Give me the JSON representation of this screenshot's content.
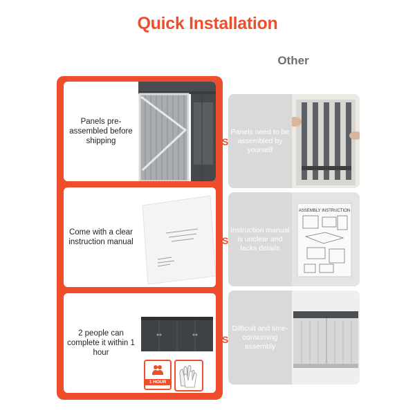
{
  "page": {
    "title": "Quick Installation",
    "other_label": "Other"
  },
  "rows": [
    {
      "left_text": "Panels pre-assembled before shipping",
      "vs": "VS",
      "right_text": "Panels need to be assembled by yourself"
    },
    {
      "left_text": "Come with a clear instruction manual",
      "vs": "VS",
      "right_text": "Instruction manual is unclear and lacks details",
      "manual_heading": "ASSEMBLY INSTRUCTION"
    },
    {
      "left_text": "2 people can complete it within 1 hour",
      "vs": "VS",
      "right_text": "Difficult and time-consuming assembly",
      "badge_time": "1 HOUR"
    }
  ],
  "colors": {
    "accent": "#ee4e2b",
    "other_panel": "#d9d9d9",
    "other_label": "#6e6e6e"
  },
  "icons": [
    "people-icon",
    "gloves-icon"
  ]
}
